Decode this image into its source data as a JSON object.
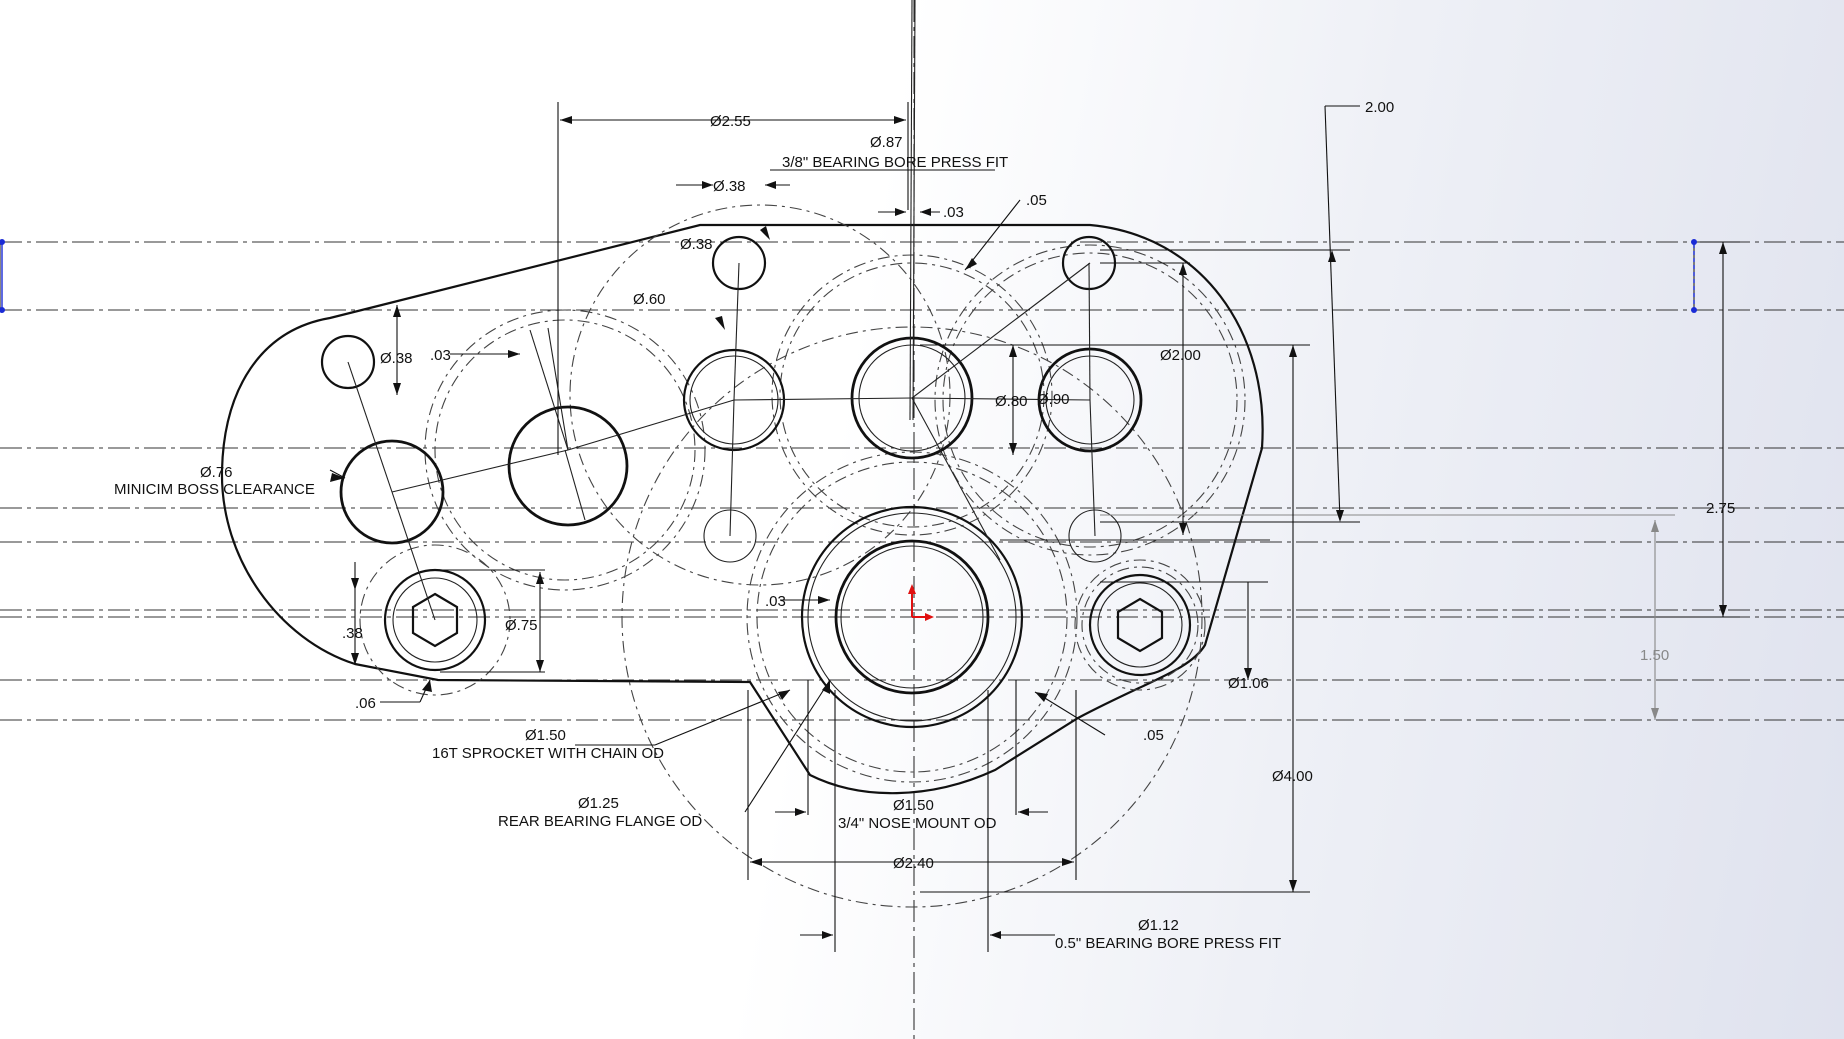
{
  "colors": {
    "geometry": "#111111",
    "driven_dimension": "#888888",
    "sketch_point": "#1a2bd6",
    "origin": "#e01010"
  },
  "dimensions": [
    "Ø2.55",
    "Ø.87",
    "3/8\" BEARING BORE PRESS FIT",
    "Ø.38",
    ".03",
    ".05",
    "Ø.38",
    "Ø.60",
    "Ø.38",
    ".03",
    "Ø2.00",
    "Ø.80",
    "Ø.90",
    "Ø.76",
    "MINICIM BOSS CLEARANCE",
    ".03",
    ".38",
    "Ø.75",
    ".06",
    "Ø1.06",
    "Ø1.50",
    "16T SPROCKET WITH CHAIN OD",
    ".05",
    "Ø1.25",
    "REAR BEARING FLANGE OD",
    "Ø1.50",
    "3/4\" NOSE MOUNT OD",
    "Ø4.00",
    "Ø2.40",
    "Ø1.12",
    "0.5\" BEARING BORE PRESS FIT",
    "2.00",
    "2.75",
    "1.50"
  ]
}
